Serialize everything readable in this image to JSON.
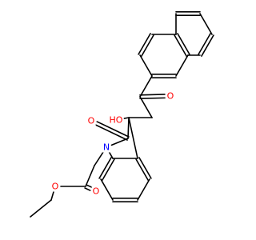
{
  "molecule": {
    "atoms": {
      "O_ketone": {
        "text": "O",
        "color": "#ff0000"
      },
      "OH": {
        "text": "HO",
        "color": "#ff0000"
      },
      "O_lactam": {
        "text": "O",
        "color": "#ff0000"
      },
      "N": {
        "text": "N",
        "color": "#0000ff"
      },
      "O_ester_db": {
        "text": "O",
        "color": "#ff0000"
      },
      "O_ester": {
        "text": "O",
        "color": "#ff0000"
      }
    },
    "bond_color": "#000000"
  }
}
